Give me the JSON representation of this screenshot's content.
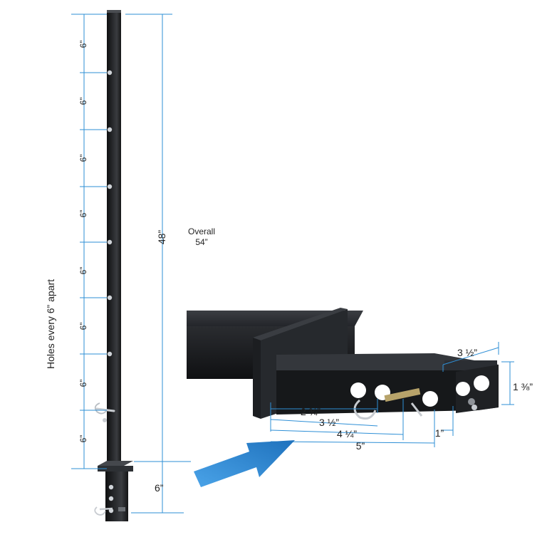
{
  "diagram": {
    "spacing_labels": [
      "6”",
      "6”",
      "6”",
      "6”",
      "6”",
      "6”",
      "6”",
      "6”"
    ],
    "rotated_label": "Holes every 6” apart",
    "length_label": "48”",
    "bottom_label": "6”",
    "overall_label": "Overall",
    "overall_value": "54”",
    "detail_dims": {
      "d_2_3_4": "2 ¾”",
      "d_3_1_2": "3 ½”",
      "d_4_1_4": "4 ¼”",
      "d_5": "5”",
      "d_1": "1”",
      "width": "3 ½”",
      "height": "1 ⅜”"
    },
    "colors": {
      "dimension_line": "#2e8fd6",
      "arrow": "#2f86cf",
      "post": "#1c1d1f",
      "text": "#222222"
    },
    "icons": [
      "pin-icon",
      "clip-icon",
      "arrow-icon"
    ]
  }
}
